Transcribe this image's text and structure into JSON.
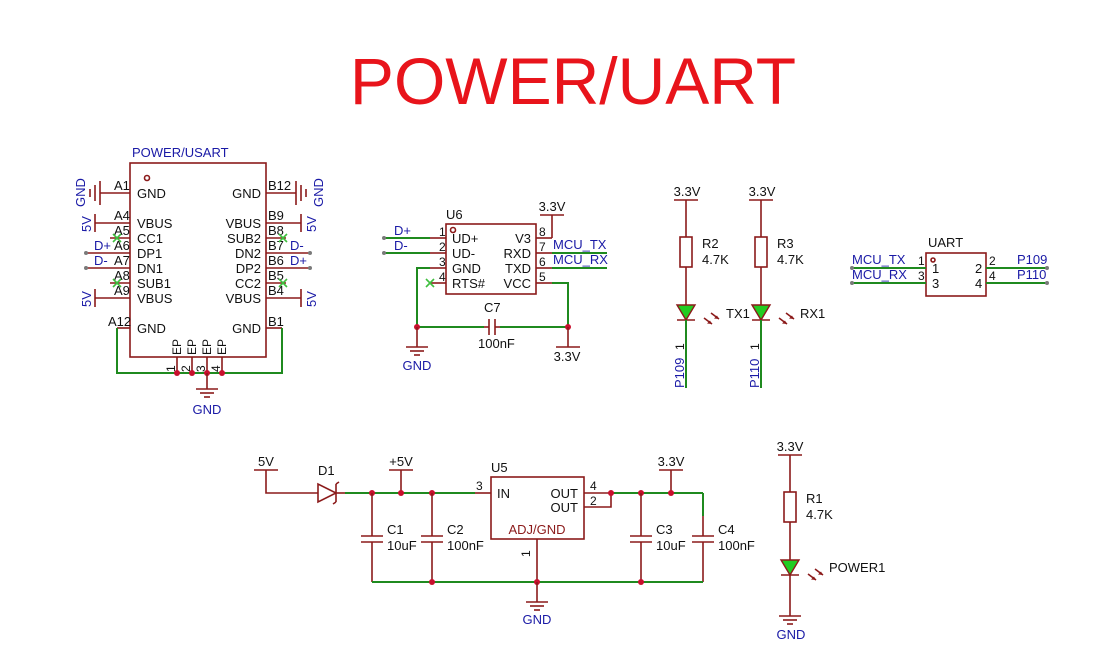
{
  "title": "POWER/UART",
  "colors": {
    "wire": "#1f8a1f",
    "symbol": "#8b1a1a",
    "net_label": "#1a1aa6",
    "title": "#e8141b",
    "led": "#22cc22",
    "junction": "#c8102e"
  },
  "usb": {
    "name": "POWER/USART",
    "left_pins": [
      {
        "num": "A1",
        "label": "GND"
      },
      {
        "num": "A4",
        "label": "VBUS"
      },
      {
        "num": "A5",
        "label": "CC1"
      },
      {
        "num": "A6",
        "label": "DP1"
      },
      {
        "num": "A7",
        "label": "DN1"
      },
      {
        "num": "A8",
        "label": "SUB1"
      },
      {
        "num": "A9",
        "label": "VBUS"
      },
      {
        "num": "A12",
        "label": "GND"
      }
    ],
    "right_pins": [
      {
        "num": "B12",
        "label": "GND"
      },
      {
        "num": "B9",
        "label": "VBUS"
      },
      {
        "num": "B8",
        "label": "SUB2"
      },
      {
        "num": "B7",
        "label": "DN2"
      },
      {
        "num": "B6",
        "label": "DP2"
      },
      {
        "num": "B5",
        "label": "CC2"
      },
      {
        "num": "B4",
        "label": "VBUS"
      },
      {
        "num": "B1",
        "label": "GND"
      }
    ],
    "ep_pins": [
      {
        "num": "1",
        "label": "EP"
      },
      {
        "num": "2",
        "label": "EP"
      },
      {
        "num": "3",
        "label": "EP"
      },
      {
        "num": "4",
        "label": "EP"
      }
    ],
    "nets": {
      "gnd_left": "GND",
      "gnd_right": "GND",
      "v5_left_top": "5V",
      "v5_left_bottom": "5V",
      "v5_right_top": "5V",
      "v5_right_bottom": "5V",
      "dp_left": "D+",
      "dm_left": "D-",
      "dp_right": "D+",
      "dm_right": "D-",
      "gnd_bottom": "GND"
    }
  },
  "u6": {
    "ref": "U6",
    "left_pins": [
      {
        "num": "1",
        "label": "UD+"
      },
      {
        "num": "2",
        "label": "UD-"
      },
      {
        "num": "3",
        "label": "GND"
      },
      {
        "num": "4",
        "label": "RTS#"
      }
    ],
    "right_pins": [
      {
        "num": "8",
        "label": "V3"
      },
      {
        "num": "7",
        "label": "RXD"
      },
      {
        "num": "6",
        "label": "TXD"
      },
      {
        "num": "5",
        "label": "VCC"
      }
    ],
    "nets": {
      "dp": "D+",
      "dm": "D-",
      "v33_top": "3.3V",
      "mcu_tx": "MCU_TX",
      "mcu_rx": "MCU_RX",
      "gnd": "GND",
      "v33_bottom": "3.3V"
    },
    "c7": {
      "ref": "C7",
      "value": "100nF"
    }
  },
  "leds": [
    {
      "supply": "3.3V",
      "res_ref": "R2",
      "res_value": "4.7K",
      "led_ref": "TX1",
      "pin_num": "1",
      "net": "P109"
    },
    {
      "supply": "3.3V",
      "res_ref": "R3",
      "res_value": "4.7K",
      "led_ref": "RX1",
      "pin_num": "1",
      "net": "P110"
    }
  ],
  "uart": {
    "name": "UART",
    "left_pins": [
      {
        "num": "1",
        "net": "MCU_TX"
      },
      {
        "num": "3",
        "net": "MCU_RX"
      }
    ],
    "right_pins": [
      {
        "num": "2",
        "net": "P109"
      },
      {
        "num": "4",
        "net": "P110"
      }
    ]
  },
  "regulator": {
    "ref": "U5",
    "in_num": "3",
    "in_label": "IN",
    "out_num_1": "4",
    "out_num_2": "2",
    "out_label_1": "OUT",
    "out_label_2": "OUT",
    "adj_label": "ADJ/GND",
    "adj_num": "1",
    "in_supply": "5V",
    "diode": "D1",
    "plus5": "+5V",
    "out_supply": "3.3V",
    "gnd": "GND",
    "caps": [
      {
        "ref": "C1",
        "value": "10uF"
      },
      {
        "ref": "C2",
        "value": "100nF"
      },
      {
        "ref": "C3",
        "value": "10uF"
      },
      {
        "ref": "C4",
        "value": "100nF"
      }
    ]
  },
  "power_led": {
    "supply": "3.3V",
    "res_ref": "R1",
    "res_value": "4.7K",
    "led_ref": "POWER1",
    "gnd": "GND"
  }
}
